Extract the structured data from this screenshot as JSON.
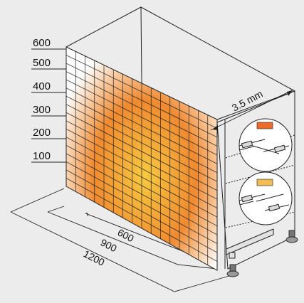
{
  "height_levels": [
    "600",
    "500",
    "400",
    "300",
    "200",
    "100"
  ],
  "depth_labels": [
    "600",
    "900",
    "1200"
  ],
  "gap_label": "3.5 mm",
  "indicator_colors": {
    "upper": "#ee6a2a",
    "lower": "#f4bb52"
  },
  "heat_colors": {
    "hot": "#f8c940",
    "mid": "#f08a30",
    "cool": "#ffffff"
  }
}
